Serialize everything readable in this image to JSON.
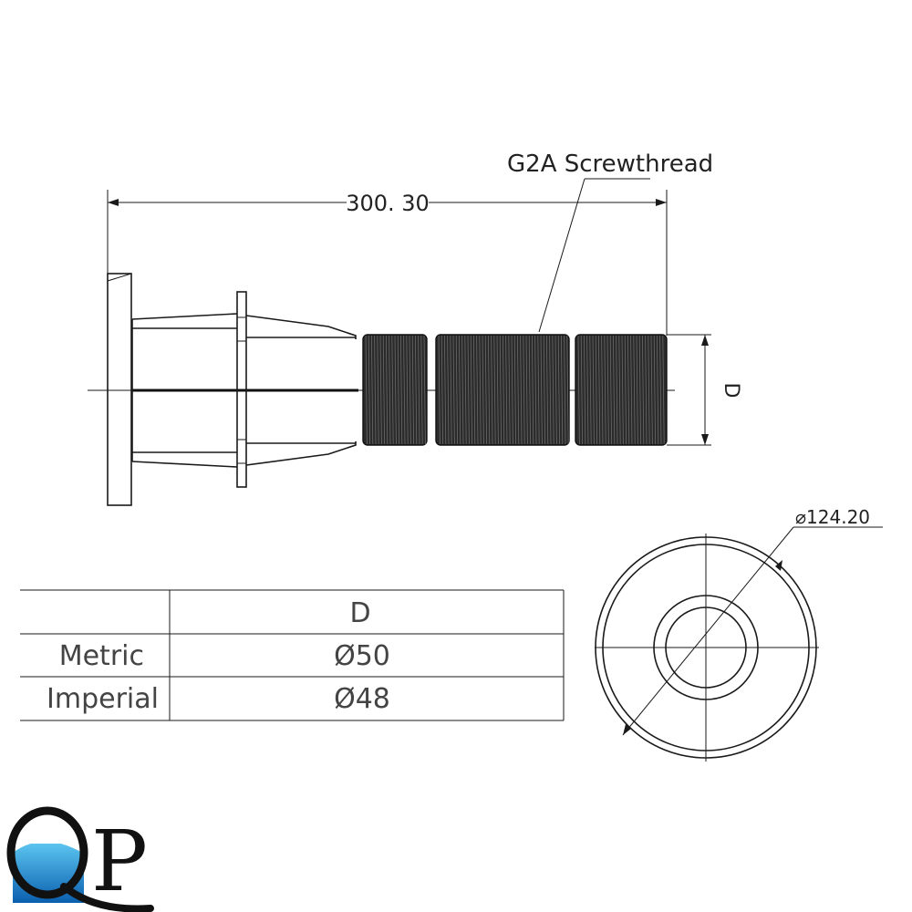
{
  "drawing": {
    "length_dimension": "300. 30",
    "thread_callout": "G2A Screwthread",
    "diameter_dimension_label": "D",
    "flange_diameter": "⌀124.20"
  },
  "table": {
    "header": "D",
    "rows": [
      {
        "label": "Metric",
        "value": "Ø50"
      },
      {
        "label": "Imperial",
        "value": "Ø48"
      }
    ]
  },
  "logo": {
    "text": "QP",
    "colors": {
      "water_light": "#5ec8f2",
      "water_dark": "#0b5fae",
      "ink": "#111111"
    }
  }
}
